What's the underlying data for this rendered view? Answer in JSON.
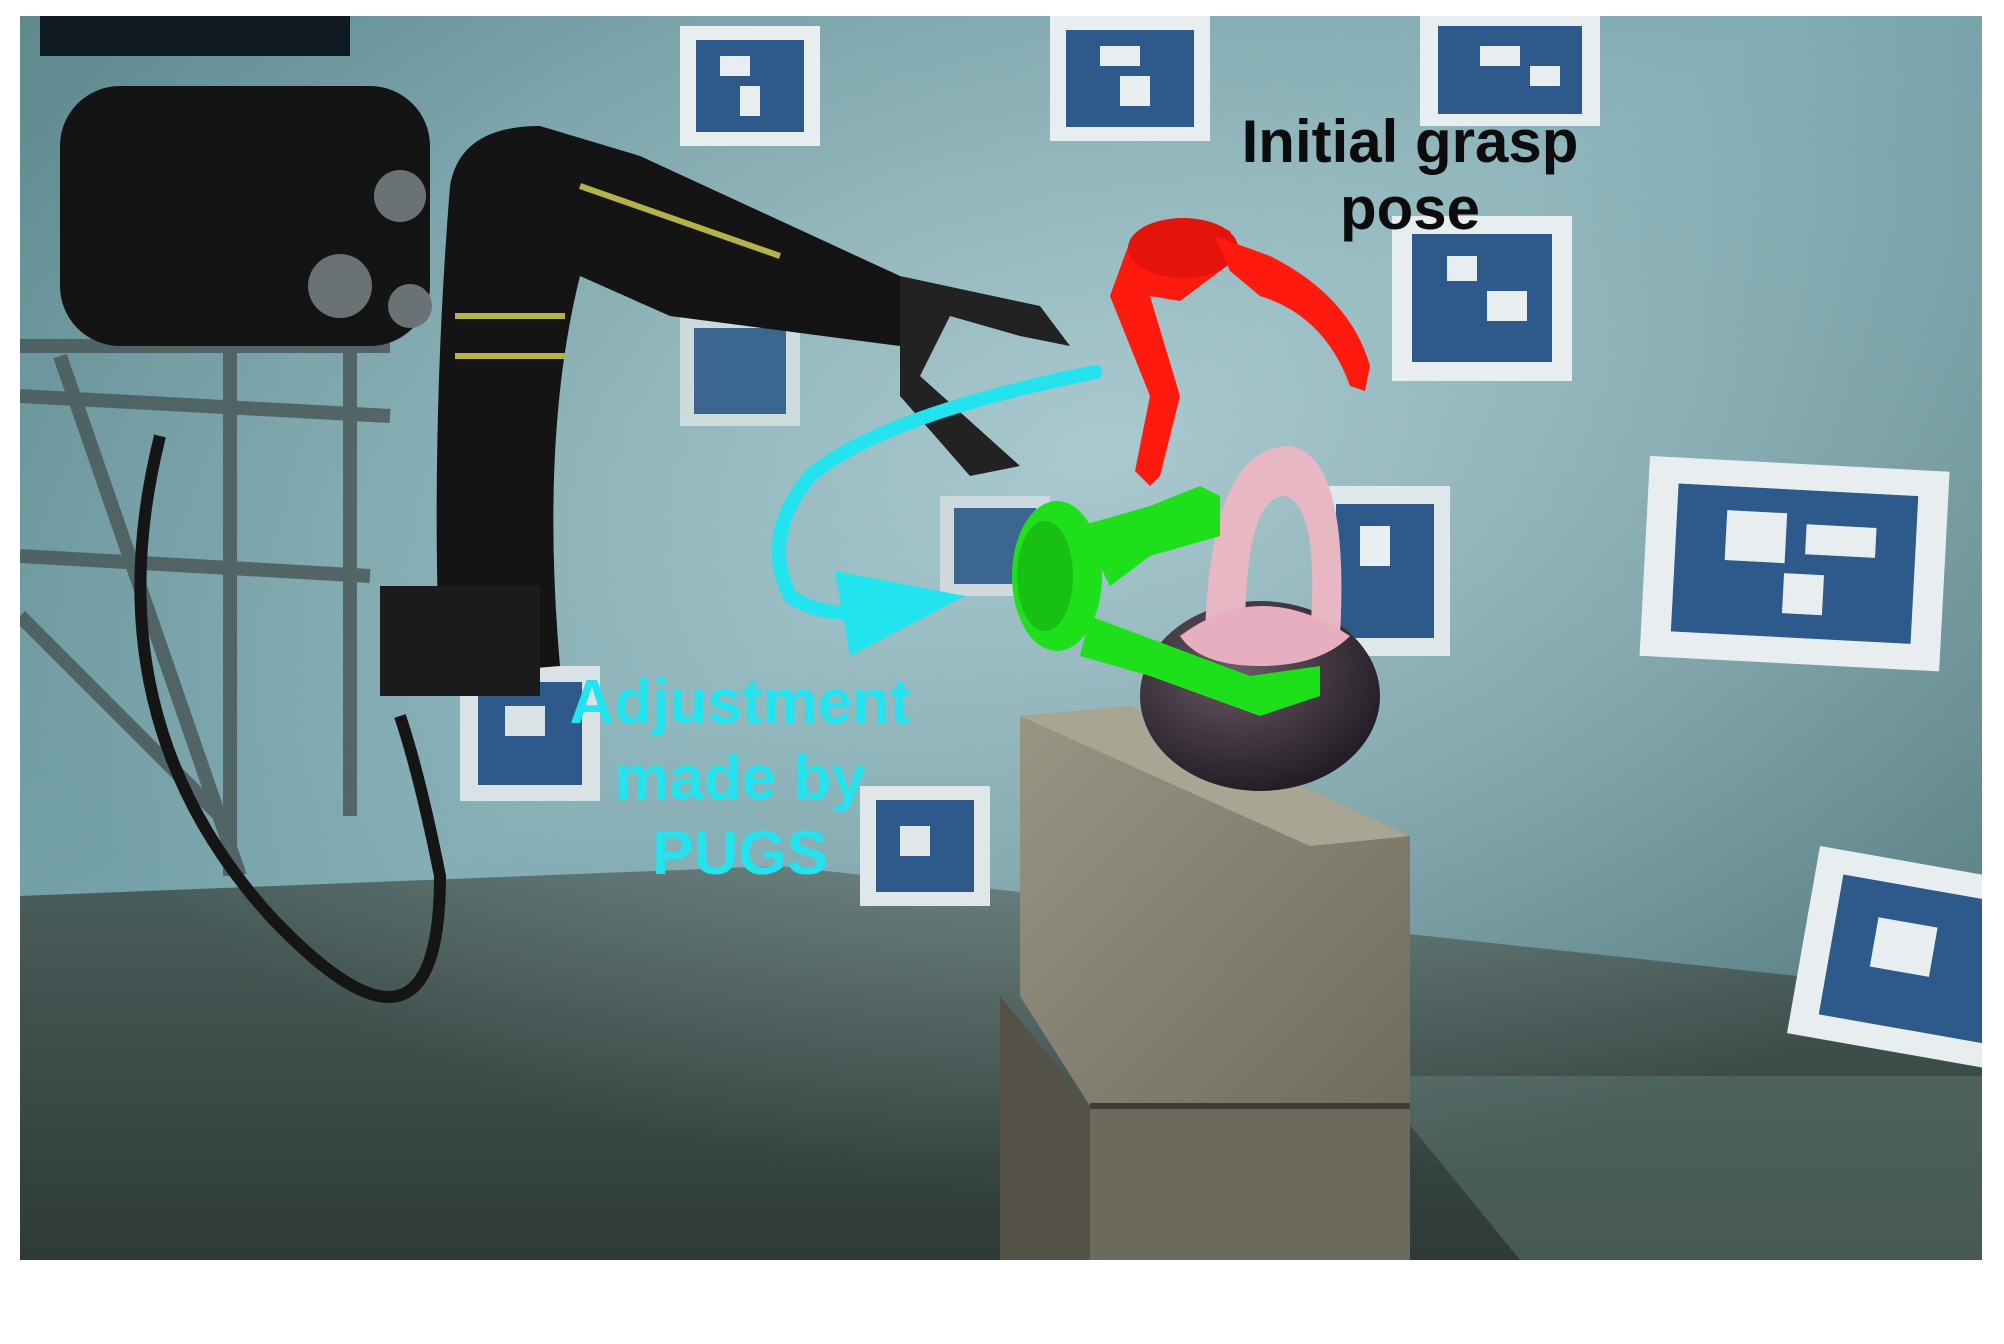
{
  "annotations": {
    "initial_pose": {
      "line1": "Initial grasp",
      "line2": "pose",
      "color": "#0c0c0c"
    },
    "adjustment": {
      "line1": "Adjustment",
      "line2": "made by",
      "line3": "PUGS",
      "color": "#22e3ee"
    }
  },
  "overlays": {
    "initial_gripper_color": "#ff1a10",
    "adjusted_gripper_color": "#1ee01a",
    "adjustment_arrow_color": "#22e3ee"
  },
  "scene": {
    "description_objects": [
      "robot-arm",
      "camera-housing",
      "fiducial-markers",
      "kettlebell-object",
      "cinder-blocks"
    ]
  }
}
